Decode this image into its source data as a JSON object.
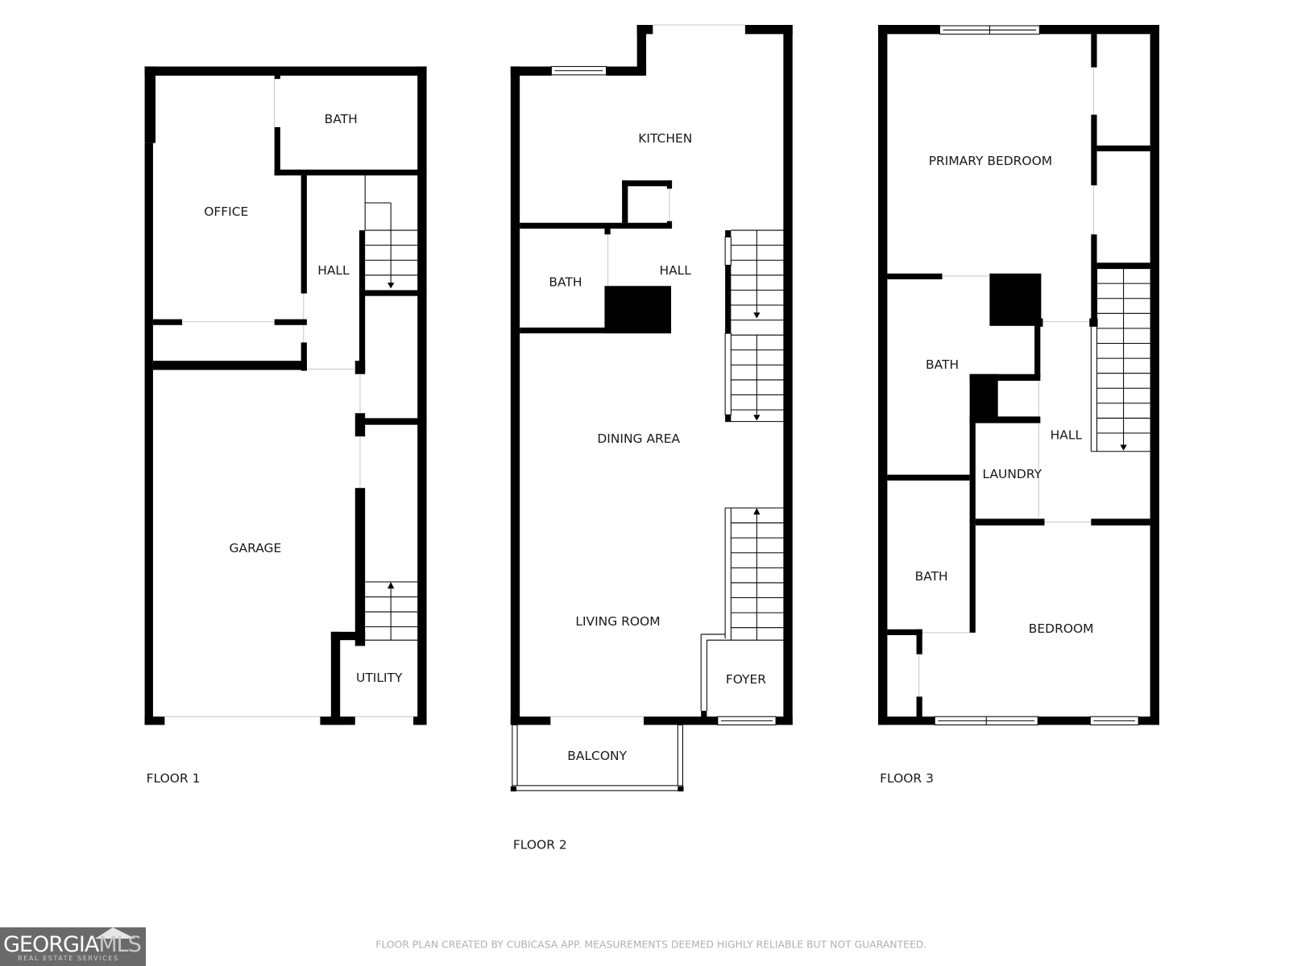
{
  "floors": [
    {
      "label": "FLOOR 1",
      "rooms": [
        {
          "name": "BATH"
        },
        {
          "name": "OFFICE"
        },
        {
          "name": "HALL"
        },
        {
          "name": "GARAGE"
        },
        {
          "name": "UTILITY"
        }
      ]
    },
    {
      "label": "FLOOR 2",
      "rooms": [
        {
          "name": "KITCHEN"
        },
        {
          "name": "BATH"
        },
        {
          "name": "HALL"
        },
        {
          "name": "DINING AREA"
        },
        {
          "name": "LIVING ROOM"
        },
        {
          "name": "FOYER"
        },
        {
          "name": "BALCONY"
        }
      ]
    },
    {
      "label": "FLOOR 3",
      "rooms": [
        {
          "name": "PRIMARY BEDROOM"
        },
        {
          "name": "BATH"
        },
        {
          "name": "HALL"
        },
        {
          "name": "LAUNDRY"
        },
        {
          "name": "BATH"
        },
        {
          "name": "BEDROOM"
        }
      ]
    }
  ],
  "footer": {
    "disclaimer": "FLOOR PLAN CREATED BY CUBICASA APP. MEASUREMENTS DEEMED HIGHLY RELIABLE BUT NOT GUARANTEED."
  },
  "logo": {
    "brand_main": "GEORGIA",
    "brand_accent": "MLS",
    "tagline": "REAL ESTATE SERVICES"
  },
  "colors": {
    "wall": "#000000",
    "background": "#ffffff",
    "label": "#1a1a1a",
    "disclaimer": "#b0b0b0",
    "logo_bg": "#6a6a6a"
  }
}
